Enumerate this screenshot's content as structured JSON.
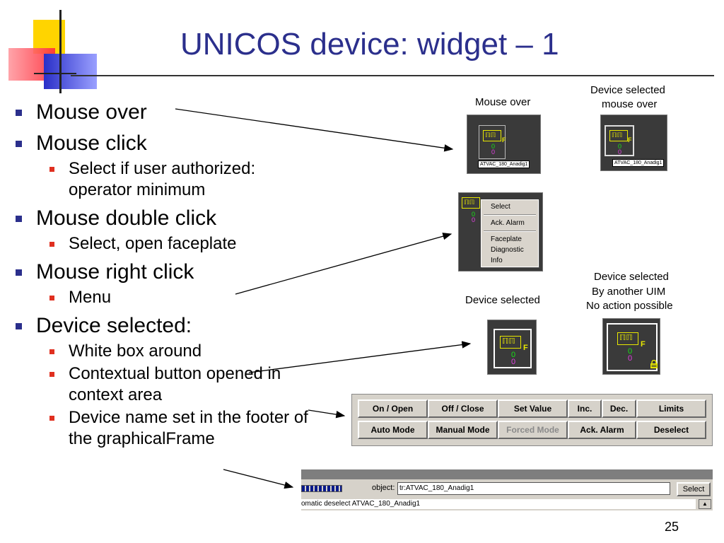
{
  "title": "UNICOS device: widget – 1",
  "bullets": [
    {
      "text": "Mouse over",
      "subs": []
    },
    {
      "text": "Mouse click",
      "subs": [
        "Select if user authorized: operator minimum"
      ]
    },
    {
      "text": "Mouse double click",
      "subs": [
        "Select, open faceplate"
      ]
    },
    {
      "text": "Mouse right click",
      "subs": [
        "Menu"
      ]
    },
    {
      "text": "Device selected:",
      "subs": [
        "White box around",
        "Contextual button opened in context area",
        "Device name set in the footer of the graphicalFrame"
      ]
    }
  ],
  "captions": {
    "mouse_over": "Mouse over",
    "selected_mouse_over_1": "Device selected",
    "selected_mouse_over_2": "mouse over",
    "device_selected": "Device selected",
    "other_uim_1": "Device selected",
    "other_uim_2": "By another UIM",
    "other_uim_3": "No action possible"
  },
  "widget": {
    "symbol": "ℿℿ",
    "flag": "F",
    "value_green": "0",
    "value_magenta": "0",
    "device_name": "ATVAC_180_Anadig1",
    "lock_icon": "lock-icon"
  },
  "context_menu": {
    "items_group1": [
      "Select"
    ],
    "items_group2": [
      "Ack. Alarm"
    ],
    "items_group3": [
      "Faceplate",
      "Diagnostic",
      "Info"
    ]
  },
  "buttons": {
    "row1": [
      "On / Open",
      "Off / Close",
      "Set Value",
      "Inc.",
      "Dec.",
      "Limits"
    ],
    "row2": [
      "Auto Mode",
      "Manual Mode",
      "Forced Mode",
      "Ack. Alarm",
      "Deselect"
    ]
  },
  "footer": {
    "object_label": "object:",
    "object_value": "tr:ATVAC_180_Anadig1",
    "select_button": "Select",
    "status_text": "omatic deselect ATVAC_180_Anadig1"
  },
  "page_number": "25",
  "colors": {
    "title": "#2b2f8c",
    "bullet_level1": "#2b2f8c",
    "bullet_level2": "#e03020",
    "widget_yellow": "#e8e800"
  }
}
